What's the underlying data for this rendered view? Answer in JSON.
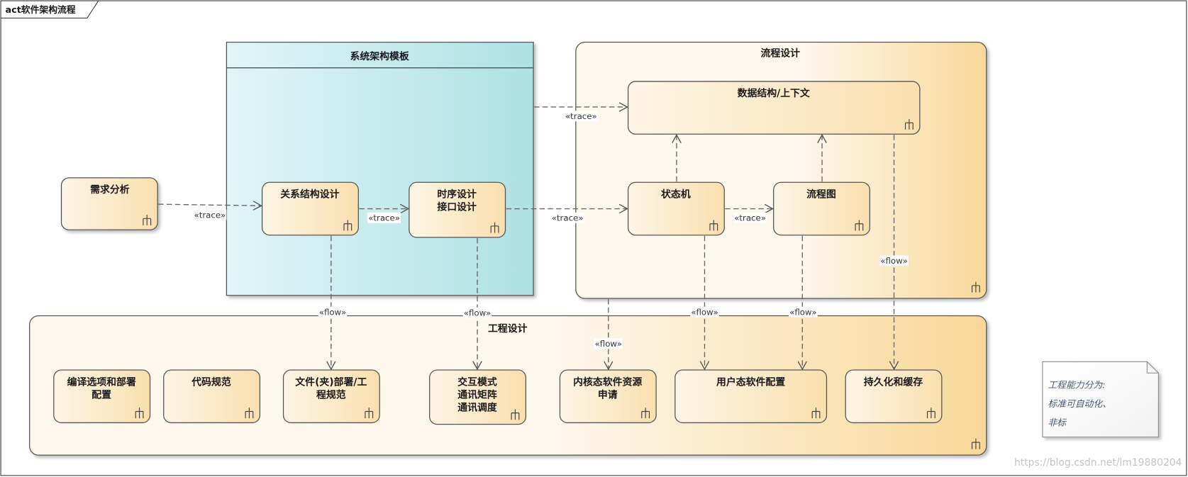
{
  "frame": {
    "title": "act软件架构流程"
  },
  "partitions": {
    "template": {
      "title": "系统架构模板"
    },
    "process": {
      "title": "流程设计"
    },
    "engineering": {
      "title": "工程设计"
    }
  },
  "nodes": {
    "requirements": {
      "lines": [
        "需求分析"
      ]
    },
    "relation_design": {
      "lines": [
        "关系结构设计"
      ]
    },
    "timing_interface": {
      "lines": [
        "时序设计",
        "接口设计"
      ]
    },
    "data_structure": {
      "lines": [
        "数据结构/上下文"
      ]
    },
    "state_machine": {
      "lines": [
        "状态机"
      ]
    },
    "flowchart": {
      "lines": [
        "流程图"
      ]
    },
    "build_options": {
      "lines": [
        "编译选项和部署",
        "配置"
      ]
    },
    "code_standards": {
      "lines": [
        "代码规范"
      ]
    },
    "file_layout": {
      "lines": [
        "文件(夹)部署/工",
        "程规范"
      ]
    },
    "interaction_mode": {
      "lines": [
        "交互模式",
        "通讯矩阵",
        "通讯调度"
      ]
    },
    "kernel_resources": {
      "lines": [
        "内核态软件资源",
        "申请"
      ]
    },
    "user_config": {
      "lines": [
        "用户态软件配置"
      ]
    },
    "persistence": {
      "lines": [
        "持久化和缓存"
      ]
    }
  },
  "edges": {
    "requirements_to_relation": {
      "label": "«trace»"
    },
    "relation_to_timing": {
      "label": "«trace»"
    },
    "timing_to_state_machine": {
      "label": "«trace»"
    },
    "state_machine_to_flowchart": {
      "label": "«trace»"
    },
    "template_to_data_structure": {
      "label": "«trace»"
    },
    "relation_to_file_layout": {
      "label": "«flow»"
    },
    "timing_to_interaction": {
      "label": "«flow»"
    },
    "process_to_kernel": {
      "label": "«flow»"
    },
    "state_machine_to_user_config": {
      "label": "«flow»"
    },
    "flowchart_to_user_config": {
      "label": "«flow»"
    },
    "data_structure_to_persistence": {
      "label": "«flow»"
    }
  },
  "note": {
    "lines": [
      "工程能力分为:",
      "标准可自动化、",
      "非标"
    ]
  },
  "watermark": "https://blog.csdn.net/lm19880204",
  "icons": {
    "activity": "activity-rake-icon",
    "frame_tab": "frame-tab"
  },
  "colors": {
    "template_fill_start": "#e2f5f7",
    "template_fill_end": "#ade1e4",
    "process_fill_start": "#fef7ec",
    "process_fill_end": "#f8d898",
    "node_fill_start": "#fef5e6",
    "node_fill_end": "#f9dfae",
    "note_fill_start": "#ffffff",
    "note_fill_end": "#f2f2f2"
  }
}
